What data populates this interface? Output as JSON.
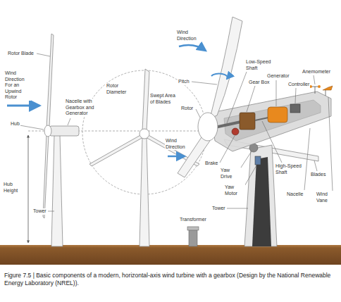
{
  "diagram": {
    "caption": "Figure 7.5 | Basic components of a modern, horizontal-axis wind turbine with a gearbox (Design by the National Renewable Energy Laboratory (NREL)).",
    "labels": [
      "Rotor Blade",
      "Wind Direction For an Upwind Rotor",
      "Nacelle with Gearbox and Generator",
      "Hub",
      "Hub Height",
      "Tower",
      "Rotor Diameter",
      "Swept Area of Blades",
      "Transformer",
      "Wind Direction",
      "Pitch",
      "Rotor",
      "Low-Speed Shaft",
      "Gear Box",
      "Generator",
      "Controller",
      "Anemometer",
      "Wind Direction",
      "Brake",
      "Yaw Drive",
      "Yaw Motor",
      "High-Speed Shaft",
      "Nacelle",
      "Wind Vane",
      "Blades",
      "Tower"
    ]
  }
}
